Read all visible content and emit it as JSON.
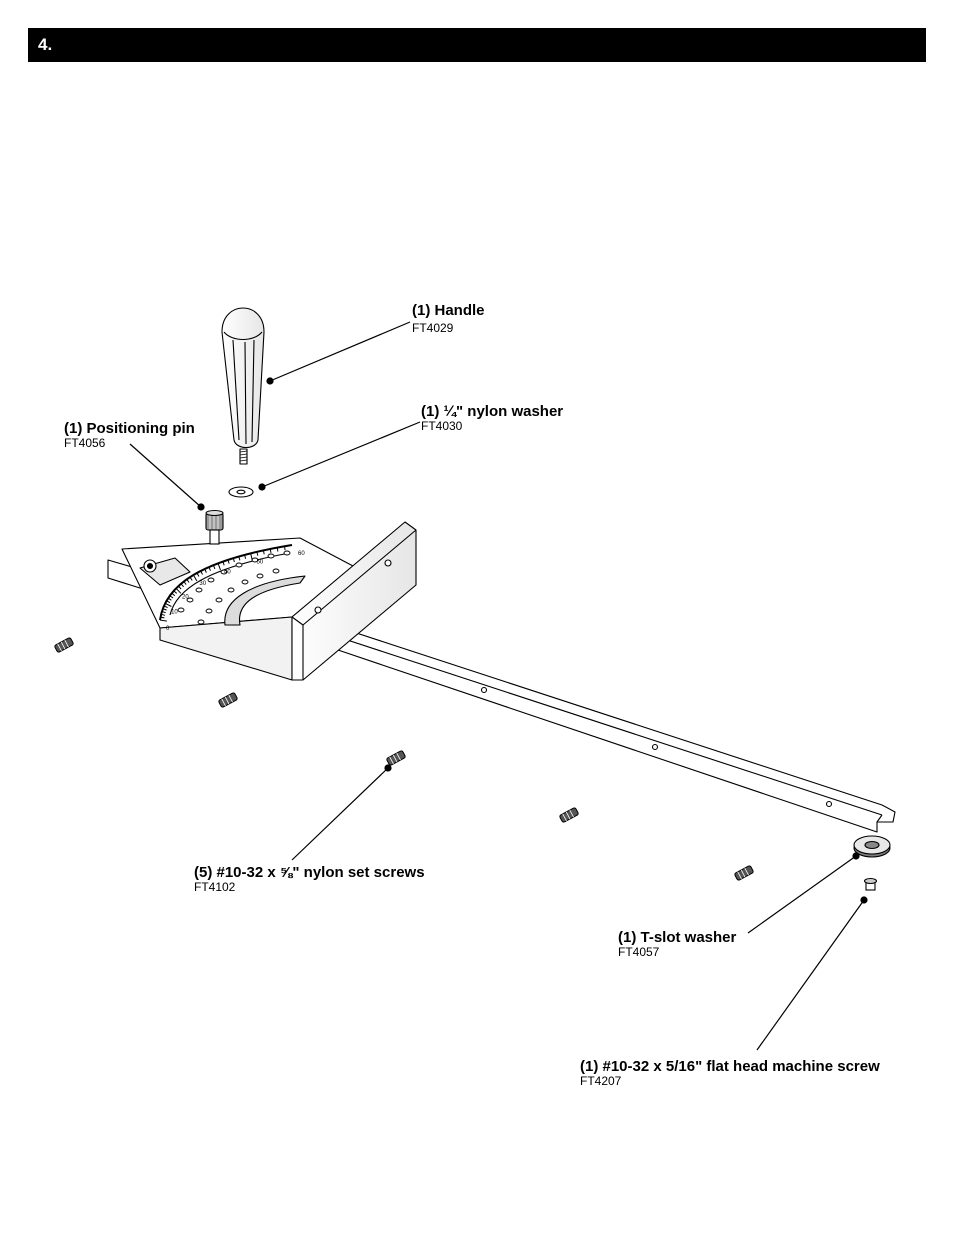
{
  "step": {
    "number": "4."
  },
  "callouts": {
    "handle": {
      "name": "(1) Handle",
      "part": "FT4029"
    },
    "nylon_washer": {
      "name": "(1) ¼\" nylon washer",
      "part": "FT4030"
    },
    "positioning_pin": {
      "name": "(1) Positioning pin",
      "part": "FT4056"
    },
    "set_screws": {
      "name": "(5) #10-32 x ⅝\" nylon set screws",
      "part": "FT4102"
    },
    "tslot_washer": {
      "name": "(1) T-slot washer",
      "part": "FT4057"
    },
    "machine_screw": {
      "name": "(1) #10-32 x 5/16\" flat head machine screw",
      "part": "FT4207"
    }
  },
  "protractor_scale": [
    "0",
    "10",
    "20",
    "30",
    "40",
    "50",
    "60"
  ]
}
